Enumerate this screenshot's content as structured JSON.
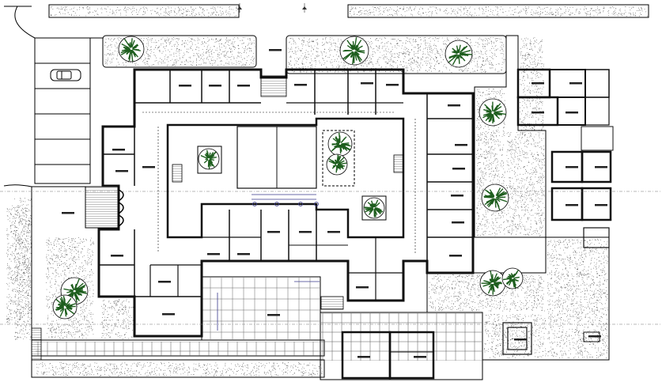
{
  "document": {
    "type": "architectural-floor-plan",
    "background": "#ffffff",
    "line_color": "#000000",
    "accent_colors": {
      "wall": "#111111",
      "window_detail": "#2a7a2a",
      "stair_hatch": "#333333",
      "dimension_marker": "#3a3a8c",
      "gravel_fill": "#000000",
      "tree": "#1e5e1e"
    }
  },
  "texture_areas": [
    {
      "name": "gravel-top-strip"
    },
    {
      "name": "gravel-north-left"
    },
    {
      "name": "gravel-north-center"
    },
    {
      "name": "gravel-east-court"
    },
    {
      "name": "gravel-west-garden"
    },
    {
      "name": "gravel-south-left"
    },
    {
      "name": "gravel-south-right"
    },
    {
      "name": "gravel-far-left"
    },
    {
      "name": "gravel-left-strip"
    }
  ],
  "trees": [
    {
      "name": "tree-north-left"
    },
    {
      "name": "tree-north-center"
    },
    {
      "name": "tree-north-right"
    },
    {
      "name": "tree-east-1"
    },
    {
      "name": "tree-courtyard-west"
    },
    {
      "name": "tree-courtyard-east-1"
    },
    {
      "name": "tree-courtyard-east-2"
    },
    {
      "name": "tree-courtyard-south"
    },
    {
      "name": "tree-east-2"
    },
    {
      "name": "tree-south-east-1"
    },
    {
      "name": "tree-south-east-2"
    },
    {
      "name": "tree-west-garden-1"
    },
    {
      "name": "tree-west-garden-2"
    }
  ],
  "vehicles": [
    {
      "name": "parked-car",
      "icon": "car-icon"
    }
  ],
  "stairs": [
    {
      "name": "entrance-stairs"
    },
    {
      "name": "courtyard-stairs-west"
    },
    {
      "name": "courtyard-stairs-east"
    },
    {
      "name": "service-stairs"
    }
  ],
  "paving": [
    {
      "name": "entrance-plaza-grid"
    },
    {
      "name": "south-court-grid"
    }
  ],
  "north_markers": [
    {
      "name": "section-marker-1",
      "icon": "section-arrow-icon"
    },
    {
      "name": "section-marker-2",
      "icon": "section-arrow-icon"
    }
  ]
}
